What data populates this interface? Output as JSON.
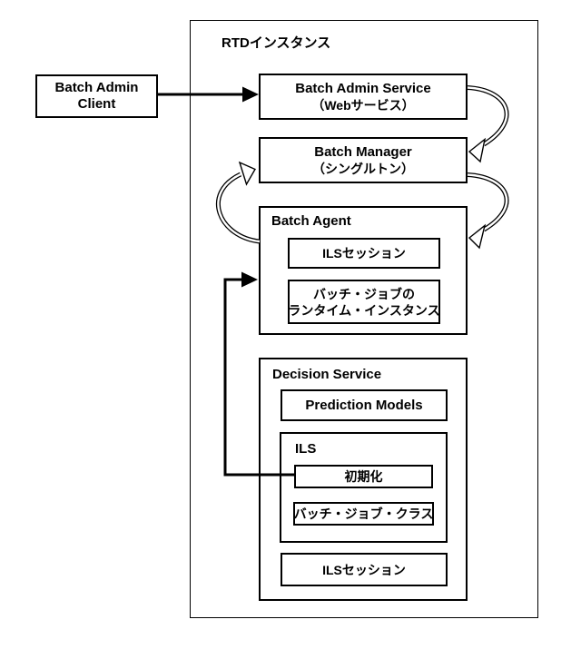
{
  "diagram": {
    "outer_label": "RTDインスタンス",
    "client": {
      "line1": "Batch Admin",
      "line2": "Client"
    },
    "admin_service": {
      "line1": "Batch Admin Service",
      "line2": "（Webサービス）"
    },
    "manager": {
      "line1": "Batch Manager",
      "line2": "（シングルトン）"
    },
    "agent": {
      "label": "Batch Agent",
      "ils_session": "ILSセッション",
      "runtime_line1": "バッチ・ジョブの",
      "runtime_line2": "ランタイム・インスタンス"
    },
    "decision_service": {
      "label": "Decision Service",
      "prediction_models": "Prediction Models",
      "ils": {
        "label": "ILS",
        "init": "初期化",
        "batch_job_class": "バッチ・ジョブ・クラス"
      },
      "ils_session": "ILSセッション"
    },
    "colors": {
      "line": "#000000",
      "background": "#ffffff"
    }
  }
}
